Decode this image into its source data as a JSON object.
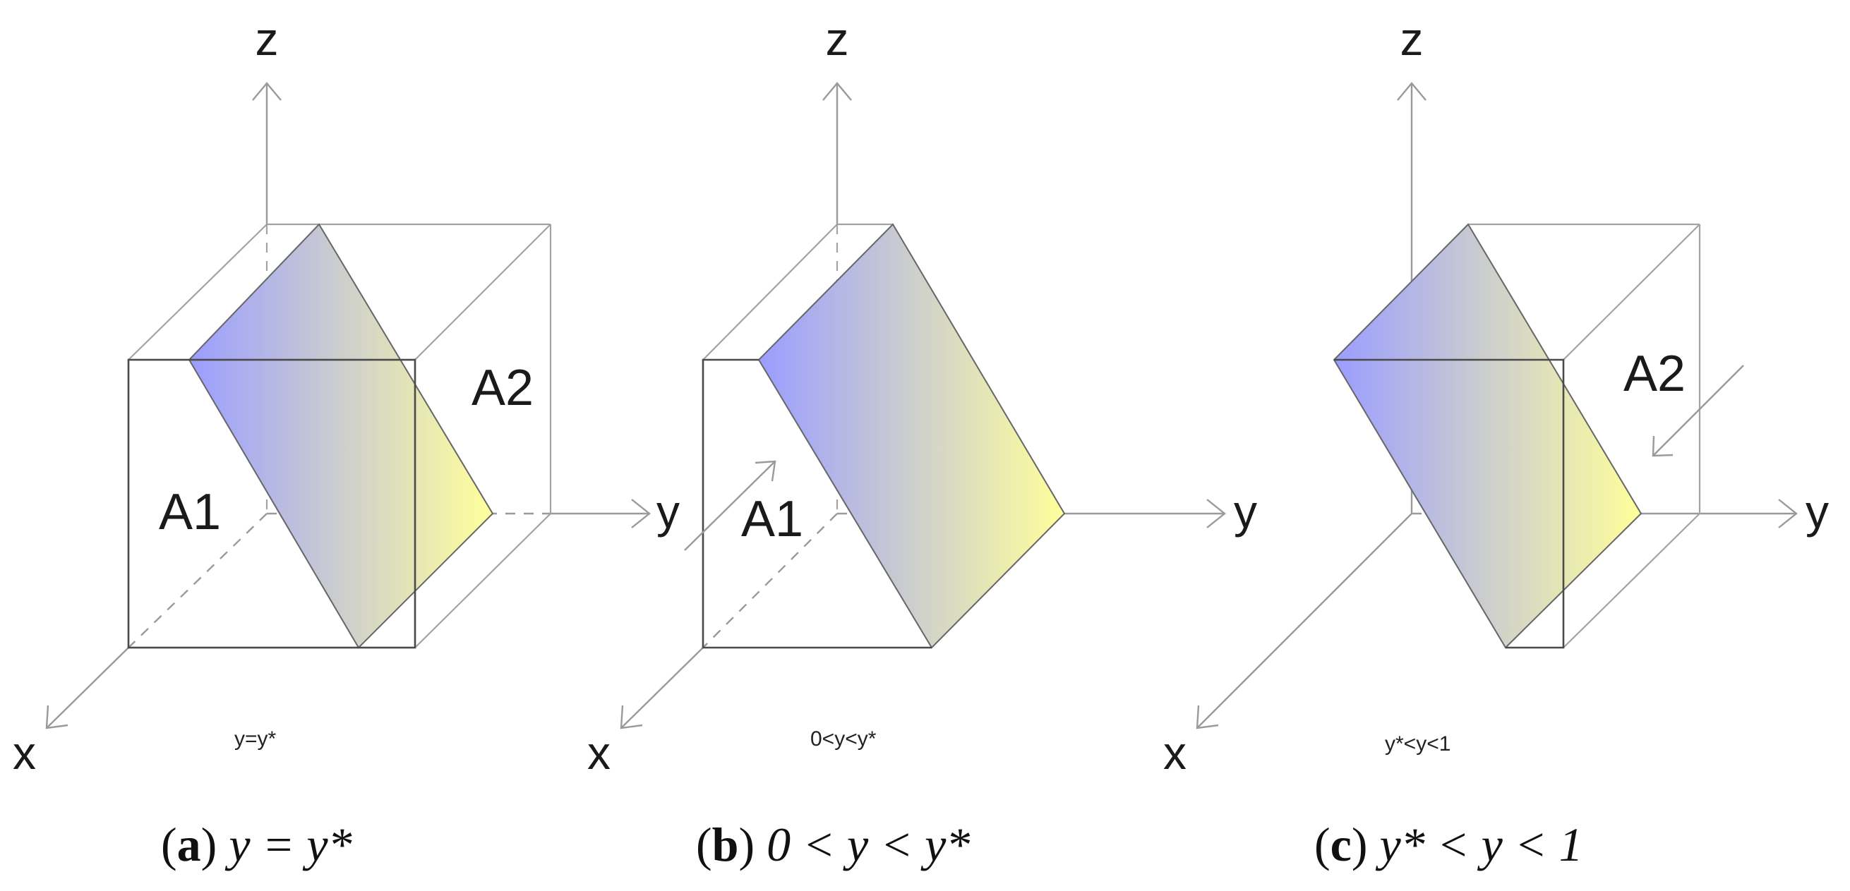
{
  "axis_labels": {
    "x": "x",
    "y": "y",
    "z": "z"
  },
  "panel_a": {
    "region_left": "A1",
    "region_right": "A2",
    "inner_label": "y=y*",
    "caption": {
      "letter": "a",
      "formula": "y = y*"
    }
  },
  "panel_b": {
    "region_left": "A1",
    "inner_label": "0<y<y*",
    "caption": {
      "letter": "b",
      "formula": "0 < y < y*"
    }
  },
  "panel_c": {
    "region_right": "A2",
    "inner_label": "y*<y<1",
    "caption": {
      "letter": "c",
      "formula": "y* < y < 1"
    }
  },
  "colors": {
    "plane_start": "#9a9dff",
    "plane_end": "#ffff9c"
  }
}
